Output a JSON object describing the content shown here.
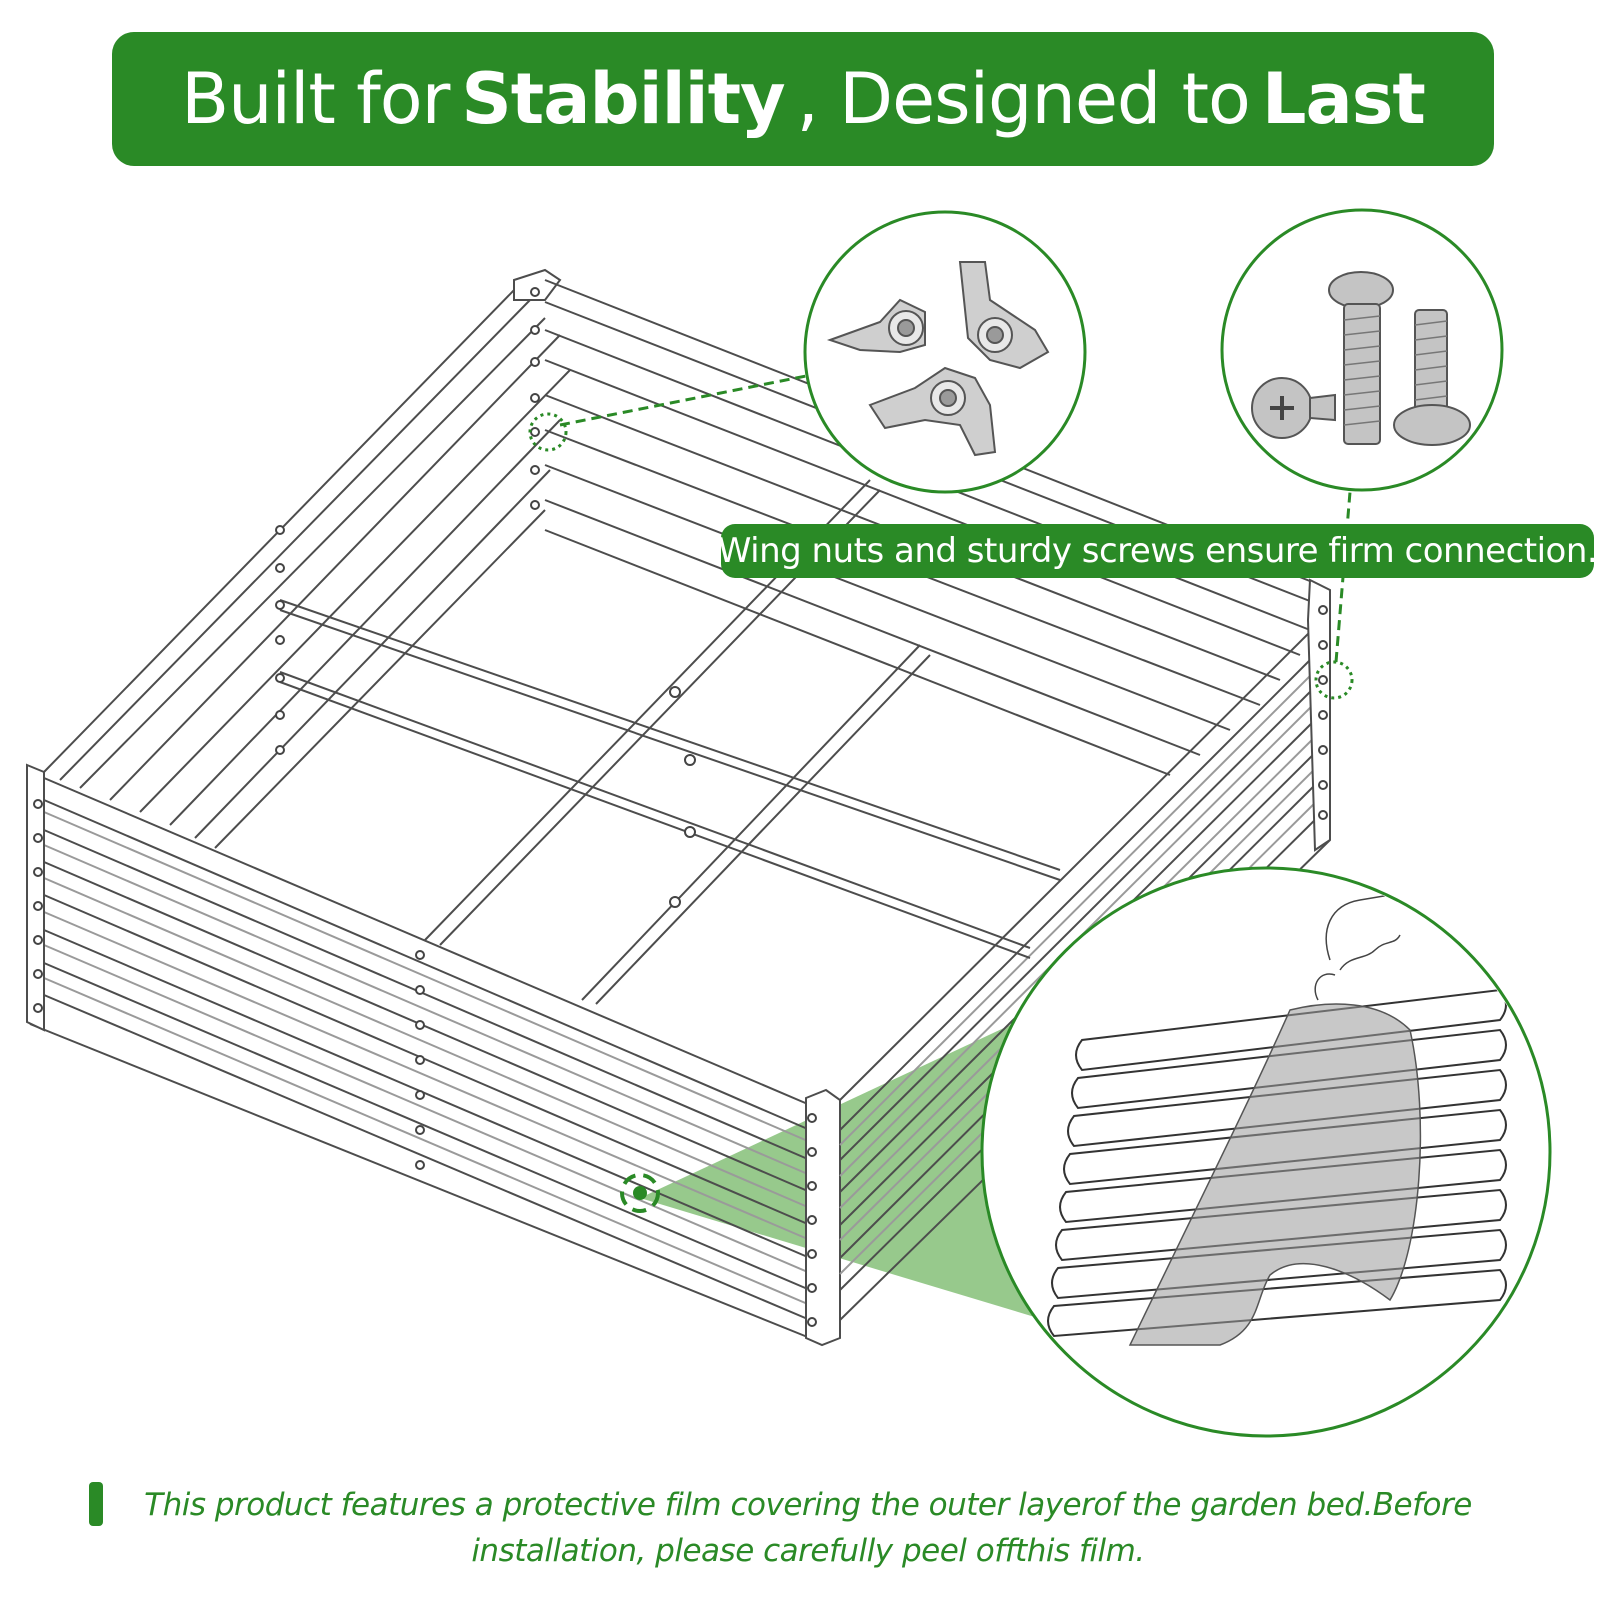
{
  "header": {
    "part1": "Built for",
    "part2": "Stability",
    "part3": ", Designed to",
    "part4": "Last"
  },
  "callout": {
    "text": "Wing nuts and sturdy screws ensure firm connection."
  },
  "footer": {
    "line1": "This product features a protective film covering the outer layerof the garden bed.Before",
    "line2": "installation, please carefully peel offthis film."
  },
  "colors": {
    "brand_green": "#2a8a26",
    "accent_light_green": "#7dbb6f"
  },
  "icons": [
    "wing-nuts-icon",
    "screws-icon",
    "peel-film-icon",
    "garden-bed-illustration"
  ]
}
